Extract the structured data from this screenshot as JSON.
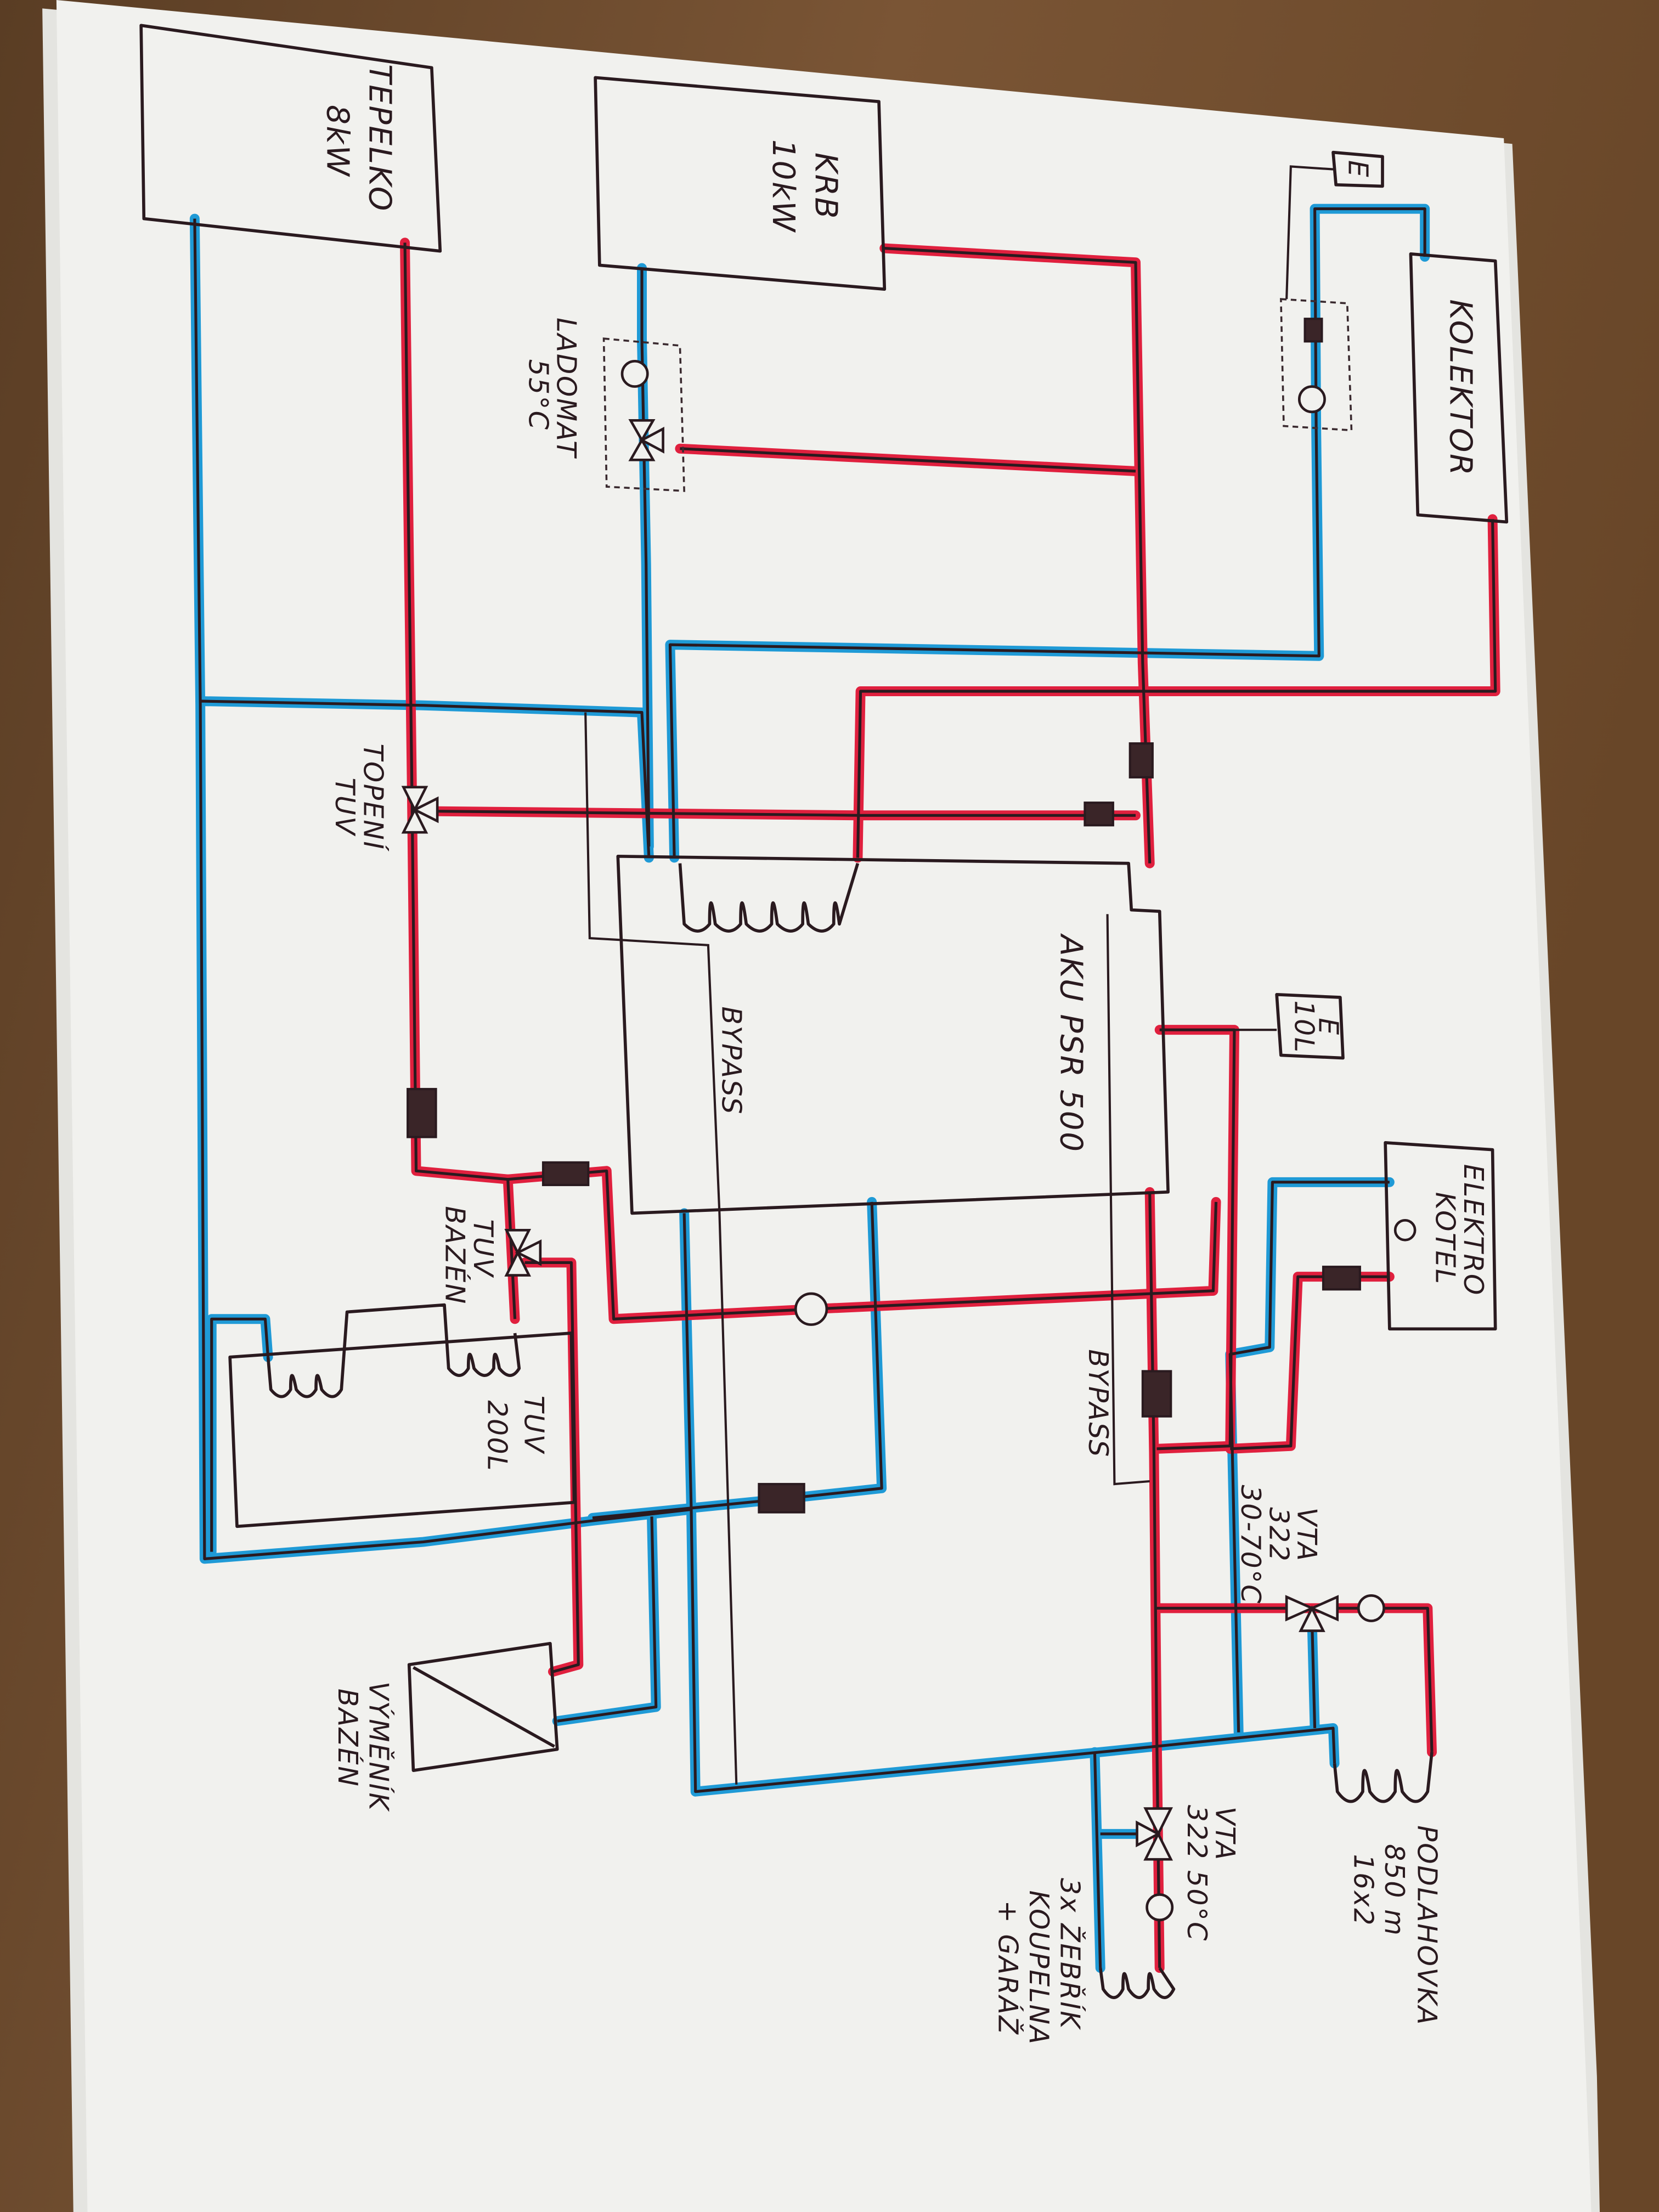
{
  "colors": {
    "hot_pipe": "#e0203e",
    "cold_pipe": "#1f9ad6",
    "ink": "#2a1a1f",
    "paper": "#f1f1ee",
    "table_wood": "#6a4a2d"
  },
  "labels": {
    "tepelko": [
      "TEPELKO",
      "8kW"
    ],
    "krb": [
      "KRB",
      "10kW"
    ],
    "ladomat": [
      "LADOMAT",
      "55°C"
    ],
    "expansion_top": "E",
    "kolektor": "KOLEKTOR",
    "topeni_tuv": [
      "TOPENÍ",
      "TUV"
    ],
    "aku": "AKU PSR 500",
    "bypass_aku": "BYPASS",
    "bypass_right": "BYPASS",
    "expansion_aku": [
      "E",
      "10L"
    ],
    "elektrokotel": [
      "ELEKTRO",
      "KOTEL"
    ],
    "tuv_bazen": [
      "TUV",
      "BAZÉN"
    ],
    "tuv_tank": [
      "TUV",
      "200L"
    ],
    "vymenik": [
      "VÝMĚNÍK",
      "BAZÉN"
    ],
    "vta_floor": [
      "VTA",
      "322",
      "30-70°C"
    ],
    "podlahovka": [
      "PODLAHOVKA",
      "850 m",
      "16x2"
    ],
    "vta_radiators": [
      "VTA",
      "322 50°C"
    ],
    "radiators": [
      "3x ŽEBŘÍK",
      "KOUPELNA",
      "+ GARÁŽ"
    ]
  },
  "symbols": [
    "pump-icon",
    "three-way-valve-icon",
    "check-valve-icon",
    "heat-coil-icon",
    "heat-exchanger-icon",
    "expansion-vessel-icon"
  ]
}
